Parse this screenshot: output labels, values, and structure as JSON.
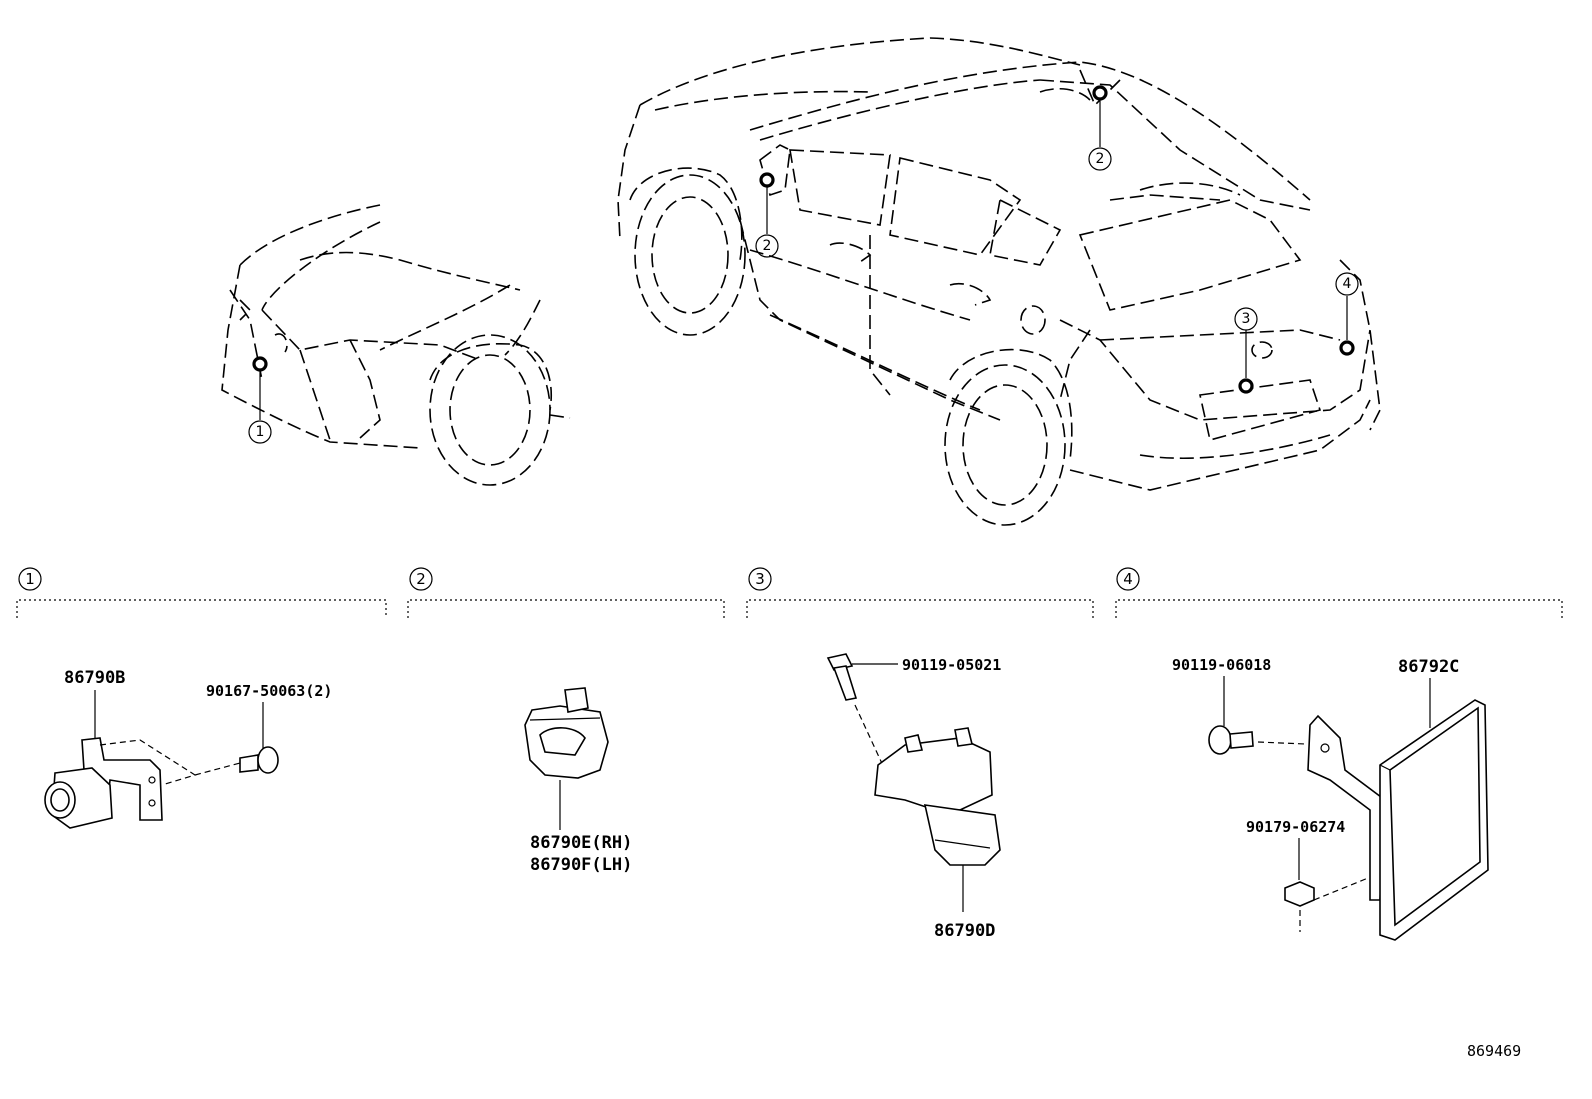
{
  "callouts": {
    "front_bumper": "1",
    "left_mirror": "2",
    "roof_rear": "2",
    "rear_plate": "3",
    "rear_quarter": "4"
  },
  "sections": [
    {
      "number": "1"
    },
    {
      "number": "2"
    },
    {
      "number": "3"
    },
    {
      "number": "4"
    }
  ],
  "parts": {
    "front_camera": "86790B",
    "front_camera_screw": "90167-50063(2)",
    "side_camera_rh": "86790E(RH)",
    "side_camera_lh": "86790F(LH)",
    "rear_camera_bolt": "90119-05021",
    "rear_camera": "86790D",
    "ecu_bolt": "90119-06018",
    "ecu": "86792C",
    "ecu_nut": "90179-06274"
  },
  "diagram_id": "869469"
}
